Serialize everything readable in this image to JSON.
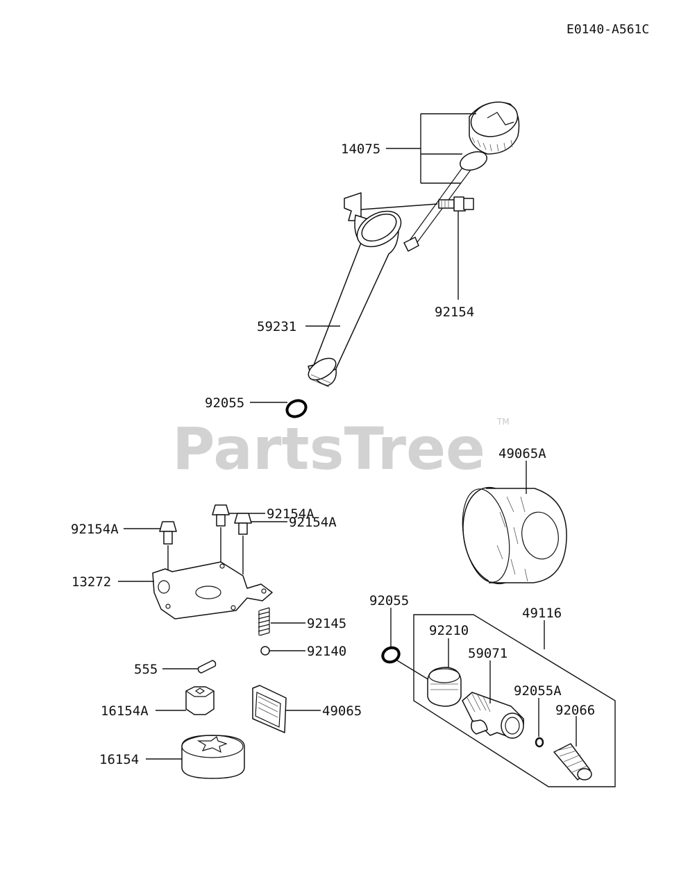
{
  "diagram_code": "E0140-A561C",
  "watermark": {
    "text": "PartsTree",
    "trademark": "TM"
  },
  "labels": {
    "p14075": "14075",
    "p92154": "92154",
    "p59231": "59231",
    "p92055_top": "92055",
    "p49065A": "49065A",
    "p92154A_1": "92154A",
    "p92154A_2": "92154A",
    "p92154A_3": "92154A",
    "p13272": "13272",
    "p92145": "92145",
    "p92140": "92140",
    "p555": "555",
    "p16154A": "16154A",
    "p49065": "49065",
    "p16154": "16154",
    "p92055_bottom": "92055",
    "p49116": "49116",
    "p92210": "92210",
    "p59071": "59071",
    "p92055A": "92055A",
    "p92066": "92066"
  }
}
